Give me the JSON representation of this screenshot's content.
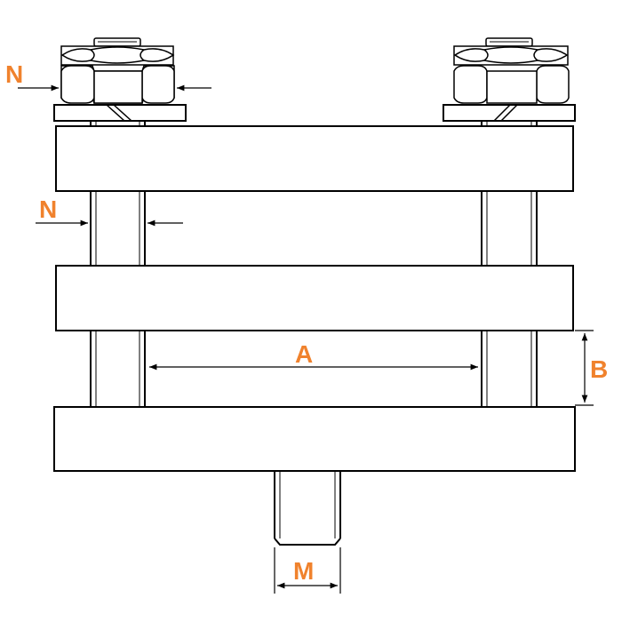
{
  "labels": {
    "nut_width_top": "N",
    "rod_diameter": "N",
    "rod_spacing": "A",
    "gap_height": "B",
    "bottom_thread": "M"
  },
  "colors": {
    "label": "#F0822D",
    "line": "#000000",
    "background": "#FFFFFF"
  }
}
